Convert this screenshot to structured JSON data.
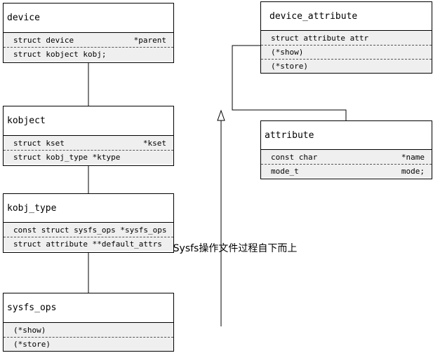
{
  "boxes": {
    "device": {
      "title": "device",
      "rows": [
        {
          "left": "struct device",
          "right": "*parent"
        },
        {
          "left": "struct kobject kobj;",
          "right": ""
        }
      ]
    },
    "kobject": {
      "title": "kobject",
      "rows": [
        {
          "left": "struct kset",
          "right": "*kset"
        },
        {
          "left": "struct kobj_type *ktype",
          "right": ""
        }
      ]
    },
    "kobj_type": {
      "title": "kobj_type",
      "rows": [
        {
          "left": "const struct sysfs_ops *sysfs_ops",
          "right": ""
        },
        {
          "left": "struct attribute **default_attrs",
          "right": ""
        }
      ]
    },
    "sysfs_ops": {
      "title": "sysfs_ops",
      "rows": [
        {
          "left": "(*show)",
          "right": ""
        },
        {
          "left": "(*store)",
          "right": ""
        }
      ]
    },
    "device_attribute": {
      "title": "device_attribute",
      "rows": [
        {
          "left": "struct attribute attr",
          "right": ""
        },
        {
          "left": "(*show)",
          "right": ""
        },
        {
          "left": "(*store)",
          "right": ""
        }
      ]
    },
    "attribute": {
      "title": "attribute",
      "rows": [
        {
          "left": "const char",
          "right": "*name"
        },
        {
          "left": "mode_t",
          "right": "mode;"
        }
      ]
    }
  },
  "caption": "Sysfs操作文件过程自下而上"
}
